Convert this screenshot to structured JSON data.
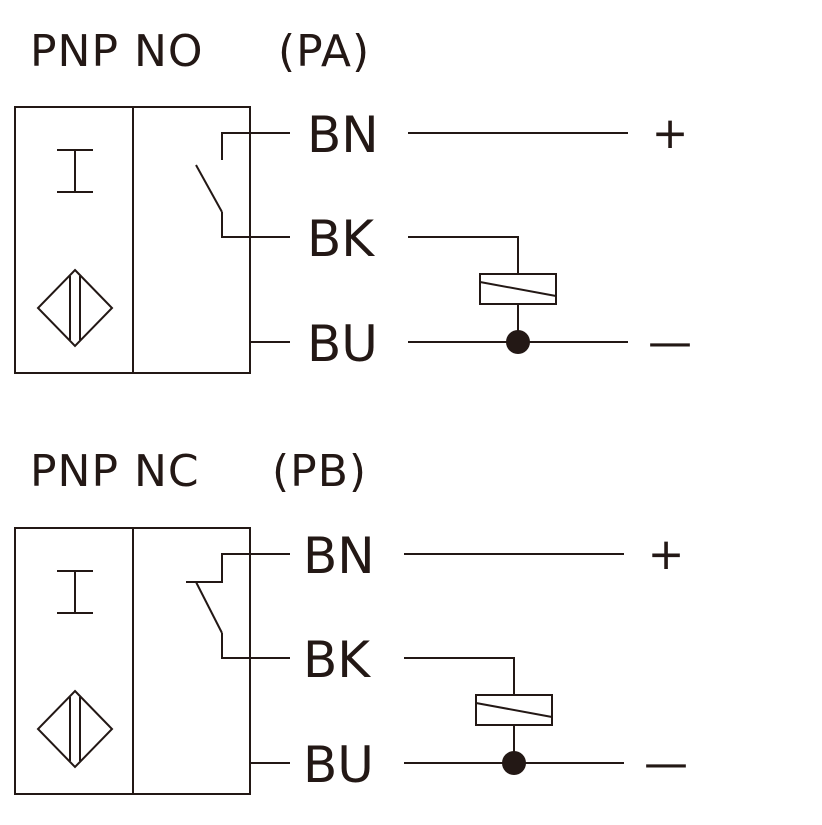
{
  "diagrams": [
    {
      "title": "PNP NO",
      "code": "(PA)",
      "contact": "NO",
      "wires": {
        "brown": "BN",
        "black": "BK",
        "blue": "BU"
      },
      "supply": {
        "positive": "+",
        "negative": "—"
      }
    },
    {
      "title": "PNP NC",
      "code": "(PB)",
      "contact": "NC",
      "wires": {
        "brown": "BN",
        "black": "BK",
        "blue": "BU"
      },
      "supply": {
        "positive": "+",
        "negative": "—"
      }
    }
  ],
  "colors": {
    "ink": "#231815",
    "background": "#ffffff"
  }
}
